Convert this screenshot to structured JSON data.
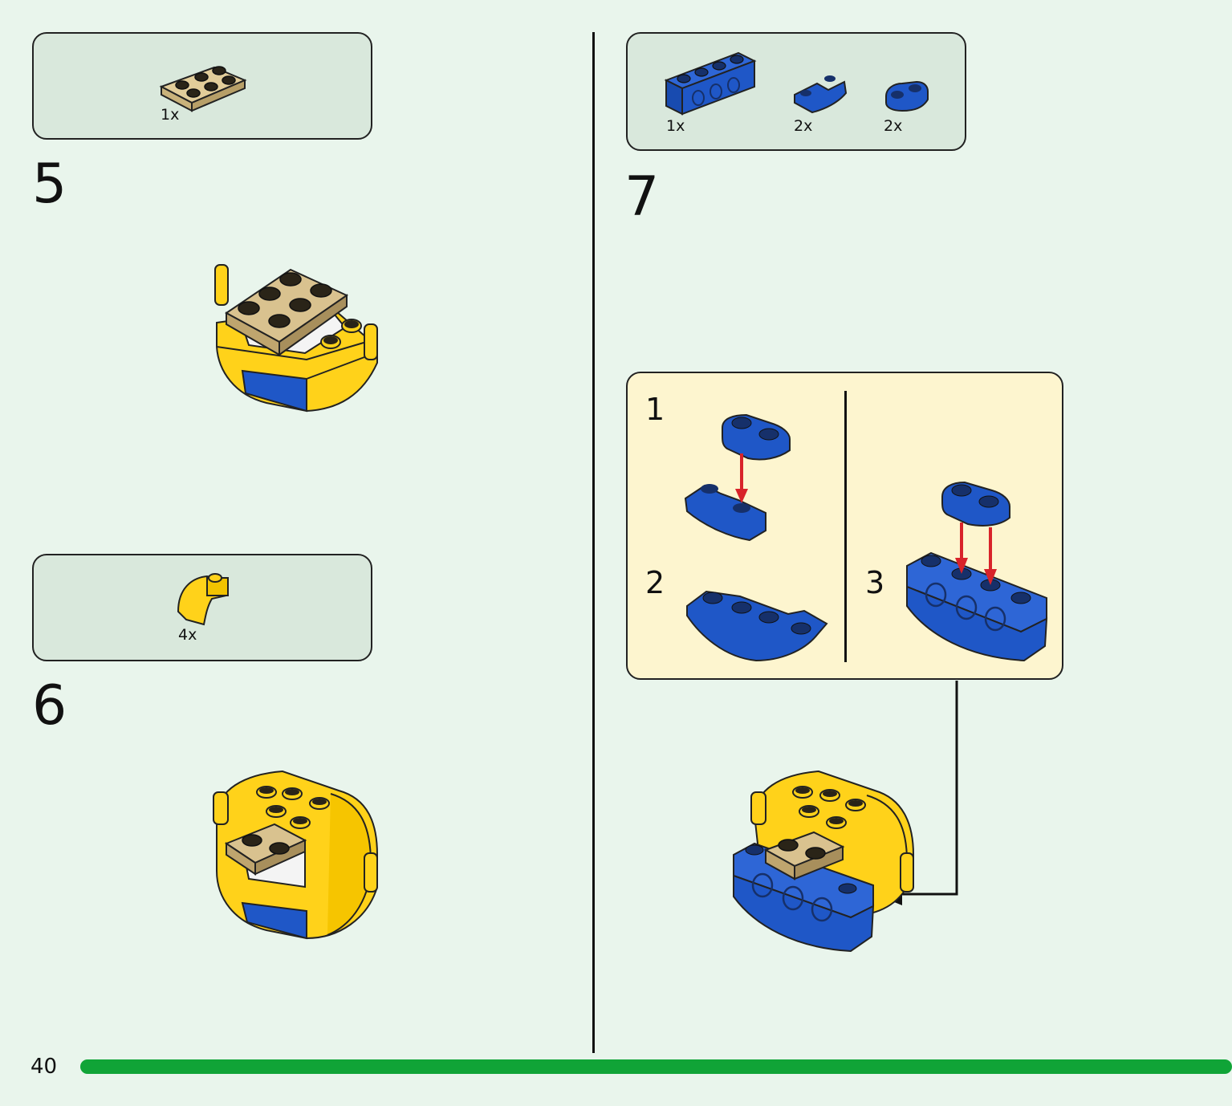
{
  "page": {
    "number": "40"
  },
  "colors": {
    "yellow": "#ffd21a",
    "tan": "#d9c28f",
    "blue": "#1f57c7",
    "red": "#d8232a",
    "green_bar": "#10a437"
  },
  "steps": [
    {
      "number": "5",
      "parts": [
        {
          "qty": "1x",
          "part": "tan-plate-2x3"
        }
      ]
    },
    {
      "number": "6",
      "parts": [
        {
          "qty": "4x",
          "part": "yellow-curved-slope"
        }
      ]
    },
    {
      "number": "7",
      "parts": [
        {
          "qty": "1x",
          "part": "blue-technic-brick-1x4"
        },
        {
          "qty": "2x",
          "part": "blue-curved-slope"
        },
        {
          "qty": "2x",
          "part": "blue-plate-1x2-rounded"
        }
      ],
      "substeps": [
        "1",
        "2",
        "3"
      ]
    }
  ]
}
